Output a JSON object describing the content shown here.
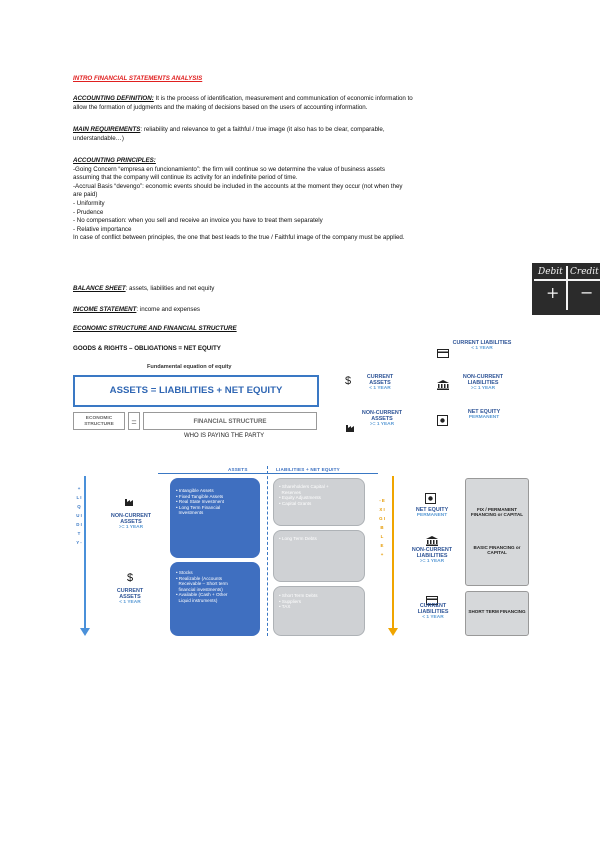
{
  "title": "INTRO FINANCIAL STATEMENTS ANALYSIS",
  "accounting_definition": {
    "heading": "ACCOUNTING DEFINITION:",
    "line1": " It is the process of identification, measurement and communication of economic information to",
    "line2": "allow the formation of judgments and the making of decisions based on the users of accounting information."
  },
  "main_requirements": {
    "heading": "MAIN REQUIREMENTS",
    "line1": ": reliability and relevance to get a faithful / true image (it also has to be clear, comparable,",
    "line2": "understandable…)"
  },
  "principles": {
    "heading": "ACCOUNTING PRINCIPLES:",
    "lines": [
      "-Going Concern “empresa en funcionamiento”: the firm will continue so we determine the value of business assets",
      "assuming that the company will continue its activity for an indefinite period of time.",
      "-Accrual Basis “devengo”: economic events should be included in the accounts at the moment they occur (not when they",
      "are paid)",
      "- Uniformity",
      "- Prudence",
      "- No compensation: when you sell and receive an invoice you have to treat them separately",
      "- Relative importance",
      "In case of conflict between principles, the one that best leads to the true / Faithful image of the company must be applied."
    ]
  },
  "balance_sheet": {
    "heading": "BALANCE SHEET",
    "text": ": assets, liabilities and net equity"
  },
  "income_statement": {
    "heading": "INCOME STATEMENT",
    "text": ": income and expenses"
  },
  "structure_heading": "ECONOMIC STRUCTURE AND FINANCIAL STRUCTURE",
  "equation_line": "GOODS & RIGHTS – OBLIGATIONS = NET EQUITY",
  "diagram1": {
    "caption": "Fundamental equation of equity",
    "equation": "ASSETS  =  LIABILITIES  +  NET EQUITY",
    "economic_structure": "ECONOMIC STRUCTURE",
    "equals": "=",
    "financial_structure": "FINANCIAL STRUCTURE",
    "party": "WHO IS PAYING THE PARTY",
    "current_assets": {
      "label": "CURRENT ASSETS",
      "sub": "< 1 YEAR",
      "icon": "$"
    },
    "non_current_assets": {
      "label": "NON-CURRENT ASSETS",
      "sub": ">= 1 YEAR"
    },
    "current_liabilities": {
      "label": "CURRENT LIABILITIES",
      "sub": "< 1 YEAR"
    },
    "non_current_liabilities": {
      "label": "NON-CURRENT LIABILITIES",
      "sub": ">= 1 YEAR"
    },
    "net_equity": {
      "label": "NET EQUITY",
      "sub": "PERMANENT"
    }
  },
  "chalkboard": {
    "debit": "Debit",
    "credit": "Credit",
    "plus": "+",
    "minus": "−"
  },
  "diagram2": {
    "assets_header": "ASSETS",
    "liab_header": "LIABILITIES + NET EQUITY",
    "left_vertical": "+ L I Q U I D I T Y -",
    "right_vertical": "- E X I G I B L E +",
    "left_non_current": {
      "label": "NON-CURRENT ASSETS",
      "sub": ">= 1 YEAR"
    },
    "left_current": {
      "label": "CURRENT ASSETS",
      "sub": "< 1 YEAR",
      "icon": "$"
    },
    "asset_non_current_items": [
      "• Intangible Assets",
      "• Fixed Tangible Assets",
      "• Real State Investment",
      "• Long Term Financial",
      "  Investments"
    ],
    "asset_current_items": [
      "• Stocks",
      "• Realizable (Accounts",
      "  Receivable – Short term",
      "  financial investments)",
      "• Available (Cash + Other",
      "  Liquid instruments)"
    ],
    "equity_items": [
      "• Shareholders Capital +",
      "  Reserves",
      "• Equity Adjustments",
      "• Capital Grants"
    ],
    "long_term_items": [
      "• Long Term Debts"
    ],
    "short_term_items": [
      "• Short Term Debts",
      "• Suppliers",
      "• TAX"
    ],
    "right_net_equity": {
      "label": "NET EQUITY",
      "sub": "PERMANENT"
    },
    "right_non_current": {
      "label": "NON-CURRENT LIABILITIES",
      "sub": ">= 1 YEAR"
    },
    "right_current": {
      "label": "CURRENT LIABILITIES",
      "sub": "< 1 YEAR"
    },
    "fin_permanent": "FIX / PERMANENT FINANCING or CAPITAL",
    "fin_basic": "BASIC FINANCING or CAPITAL",
    "fin_short": "SHORT TERM FINANCING"
  }
}
